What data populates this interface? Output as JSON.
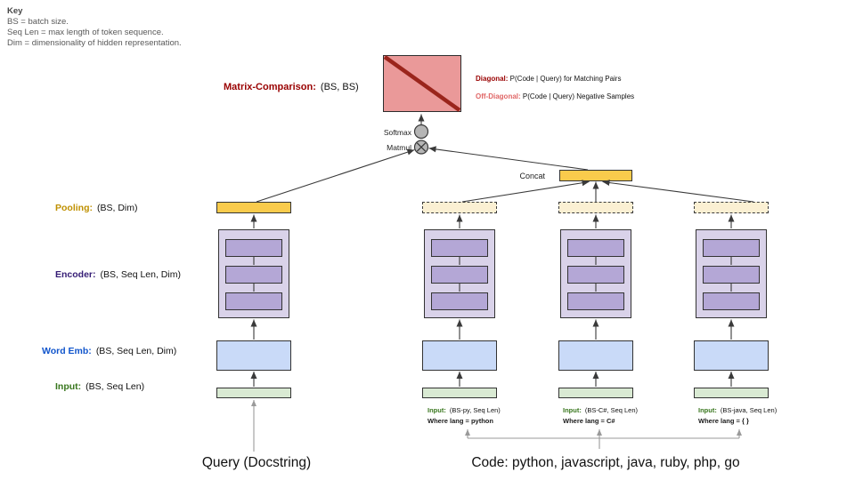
{
  "key": {
    "title": "Key",
    "lines": [
      "BS = batch size.",
      "Seq Len = max length of token sequence.",
      "Dim = dimensionality of hidden representation."
    ]
  },
  "matrix": {
    "label": "Matrix-Comparison:",
    "dims": "(BS, BS)",
    "diagonal": {
      "label": "Diagonal:",
      "rest": " P(Code | Query) for Matching Pairs"
    },
    "off_diagonal": {
      "label": "Off-Diagonal:",
      "rest": " P(Code | Query) Negative Samples"
    }
  },
  "ops": {
    "softmax": "Softmax",
    "matmul": "Matmul",
    "concat": "Concat"
  },
  "rows": {
    "pooling": {
      "label": "Pooling:",
      "dims": "(BS, Dim)"
    },
    "encoder": {
      "label": "Encoder:",
      "dims": "(BS, Seq Len, Dim)"
    },
    "word_emb": {
      "label": "Word Emb:",
      "dims": "(BS, Seq Len, Dim)"
    },
    "input": {
      "label": "Input:",
      "dims": "(BS, Seq Len)"
    }
  },
  "columns": [
    {
      "name": "query"
    },
    {
      "name": "python",
      "input_label": "Input:",
      "input_dims": "(BS-py, Seq Len)",
      "where": "Where lang = python"
    },
    {
      "name": "csharp",
      "input_label": "Input:",
      "input_dims": "(BS-C#, Seq Len)",
      "where": "Where lang = C#"
    },
    {
      "name": "java",
      "input_label": "Input:",
      "input_dims": "(BS-java, Seq Len)",
      "where": "Where lang = { }"
    }
  ],
  "footers": {
    "query": "Query (Docstring)",
    "code": "Code: python, javascript, java, ruby, php, go"
  },
  "colors": {
    "matrix_fill": "#EA9999",
    "matrix_diagonal": "#9A251C",
    "pooling_solid": "#F9CB4C",
    "pooling_dashed_fill": "#FBF0D3",
    "encoder_outer": "#D9D2E9",
    "encoder_inner": "#B4A7D6",
    "word_emb_fill": "#C9DAF8",
    "input_fill": "#D9EAD3",
    "label_pooling": "#BF9000",
    "label_encoder": "#351C75",
    "label_word_emb": "#1155CC",
    "label_input": "#38761D",
    "label_matrix": "#990000",
    "label_off_diagonal": "#E06666",
    "arrow_dark": "#3a3a3a",
    "arrow_gray": "#9a9a9a"
  }
}
